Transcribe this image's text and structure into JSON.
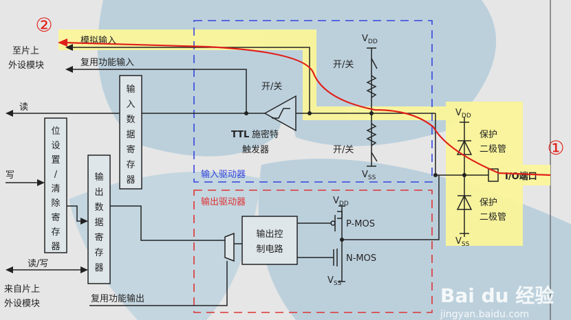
{
  "markers": {
    "one": "①",
    "two": "②"
  },
  "left": {
    "to_peripheral": [
      "至片上",
      "外设模块"
    ],
    "analog_input": "模拟输入",
    "alt_input": "复用功能输入",
    "read": "读",
    "write": "写",
    "read_write": "读/写",
    "from_peripheral": [
      "来自片上",
      "外设模块"
    ],
    "alt_output": "复用功能输出"
  },
  "registers": {
    "input_data": [
      "输",
      "入",
      "数",
      "据",
      "寄",
      "存",
      "器"
    ],
    "bit_set_clear": [
      "位",
      "设",
      "置",
      "/",
      "清",
      "除",
      "寄",
      "存",
      "器"
    ],
    "output_data": [
      "输",
      "出",
      "数",
      "据",
      "寄",
      "存",
      "器"
    ]
  },
  "input_driver": {
    "label": "输入驱动器",
    "switch": "开/关",
    "ttl": "TTL",
    "schmitt": [
      "施密特",
      "触发器"
    ]
  },
  "output_driver": {
    "label": "输出驱动器",
    "control": [
      "输出控",
      "制电路"
    ],
    "pmos": "P-MOS",
    "nmos": "N-MOS"
  },
  "power": {
    "vdd": "V",
    "vdd_sub": "DD",
    "vss": "V",
    "vss_sub": "SS"
  },
  "protection": [
    "保护",
    "二极管"
  ],
  "io_port": "I/O端口",
  "watermark": {
    "brand": "Bai du 经验",
    "url": "jingyan.baidu.com"
  },
  "colors": {
    "highlight": "#fbf59a",
    "input_box": "#3344dd",
    "output_box": "#dd3333",
    "signal": "#e0201a"
  }
}
